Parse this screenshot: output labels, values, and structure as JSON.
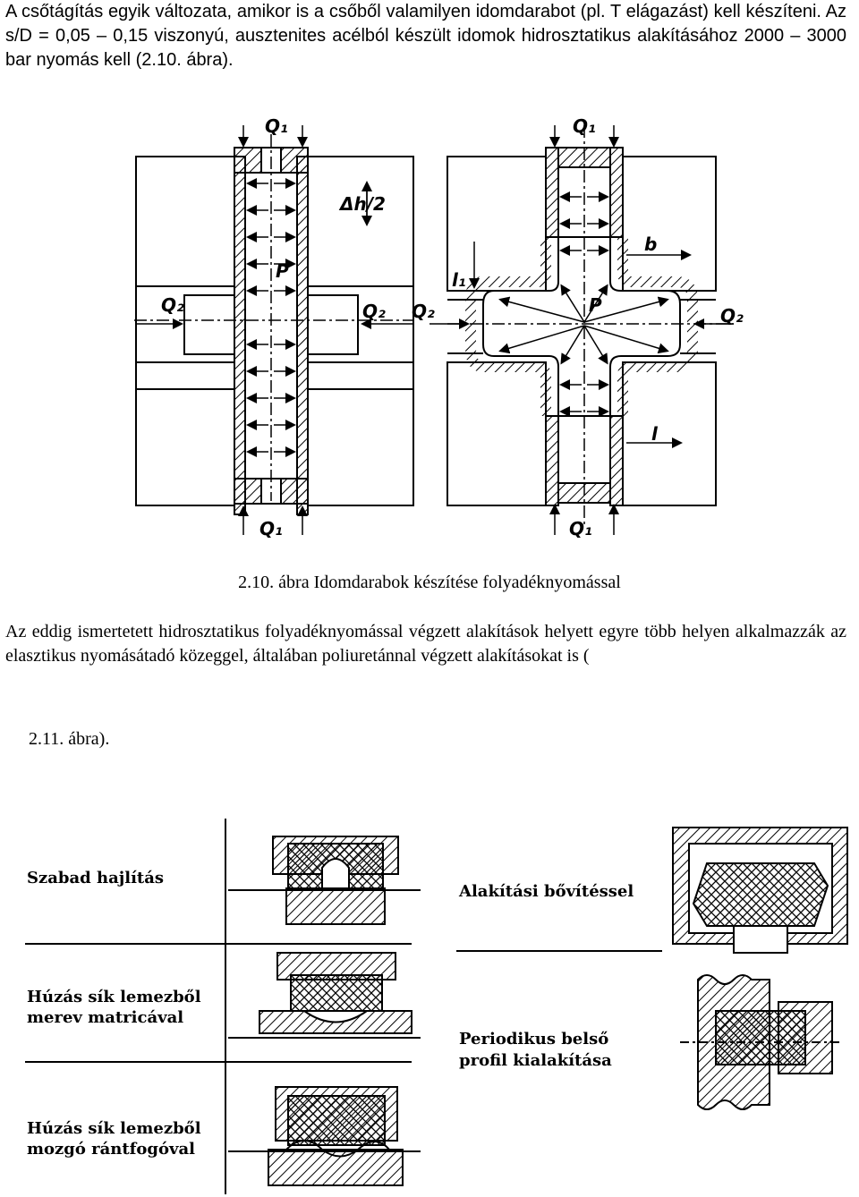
{
  "intro_text": "A csőtágítás egyik változata, amikor is a csőből valamilyen idomdarabot (pl. T elágazást) kell készíteni. Az s/D = 0,05 – 0,15 viszonyú, ausztenites acélból készült idomok hidrosztatikus alakításához 2000 – 3000 bar nyomás kell (2.10. ábra).",
  "figure1": {
    "caption": "2.10. ábra Idomdarabok készítése folyadéknyomással",
    "labels": {
      "q1": "Q₁",
      "q2": "Q₂",
      "p": "P",
      "dh": "Δh/2",
      "l1": "l₁",
      "b": "b",
      "l": "l"
    }
  },
  "body_text": "Az eddig ismertetett hidrosztatikus folyadéknyomással végzett alakítások helyett egyre több helyen alkalmazzák az elasztikus nyomásátadó közeggel, általában poliuretánnal végzett alakításokat is (",
  "body_text_end": "2.11. ábra).",
  "figure2": {
    "labels": {
      "free_bending": "Szabad hajlítás",
      "expansion": "Alakítási bővítéssel",
      "rigid_die_line1": "Húzás sík lemezből",
      "rigid_die_line2": "merev matricával",
      "periodic_line1": "Periodikus     belső",
      "periodic_line2": "profil kialakítása",
      "moving_line1": "Húzás sík lemezből",
      "moving_line2": "mozgó rántfogóval"
    }
  }
}
